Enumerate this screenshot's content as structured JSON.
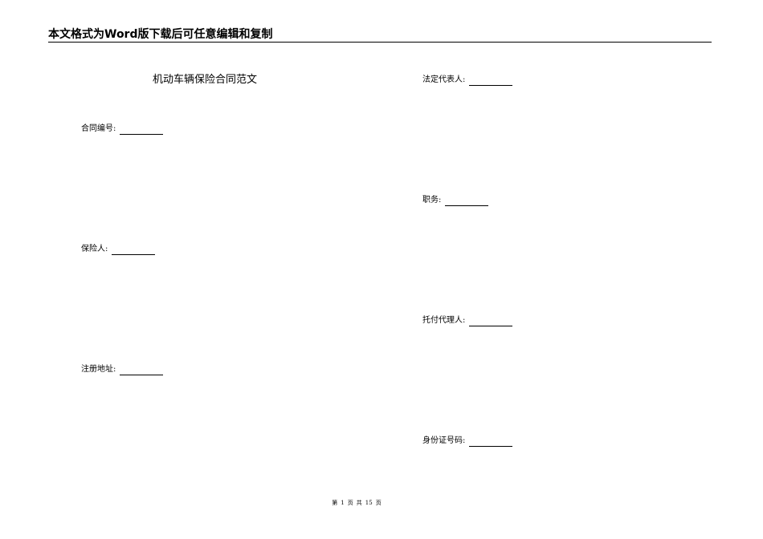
{
  "header": {
    "title": "本文格式为Word版下载后可任意编辑和复制"
  },
  "document": {
    "title": "机动车辆保险合同范文",
    "left_fields": [
      {
        "label": "合同编号:"
      },
      {
        "label": "保险人:"
      },
      {
        "label": "注册地址:"
      }
    ],
    "right_fields": [
      {
        "label": "法定代表人:"
      },
      {
        "label": "职务:"
      },
      {
        "label": "托付代理人:"
      },
      {
        "label": "身份证号码:"
      }
    ]
  },
  "footer": {
    "prefix": "第",
    "current_page": "1",
    "page_word": "页",
    "total_prefix": "共",
    "total_pages": "15",
    "total_suffix": "页"
  }
}
